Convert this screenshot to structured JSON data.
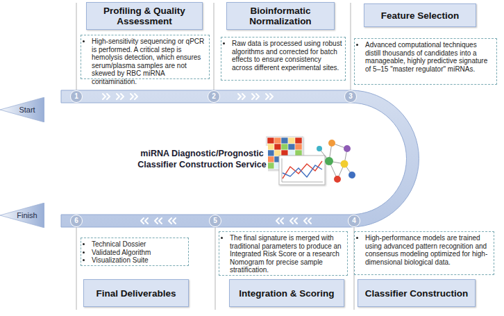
{
  "diagram": {
    "title": "miRNA Diagnostic/Prognostic Classifier Construction Service",
    "nodes": [
      {
        "text": [
          "Start"
        ]
      },
      {
        "text": [
          "1"
        ]
      },
      {
        "text": [
          "Profiling & Quality Assessment"
        ]
      },
      {
        "text": [
          "High-sensitivity sequencing or qPCR is performed. A critical step is hemolysis detection, which ensures serum/plasma samples are not skewed by RBC miRNA contamination."
        ]
      },
      {
        "text": [
          "2"
        ]
      },
      {
        "text": [
          "Bioinformatic Normalization"
        ]
      },
      {
        "text": [
          "Raw data is processed using robust algorithms and corrected for batch effects to ensure consistency across different experimental sites."
        ]
      },
      {
        "text": [
          "3"
        ]
      },
      {
        "text": [
          "Feature Selection"
        ]
      },
      {
        "text": [
          "Advanced computational techniques distill thousands of candidates into a manageable, highly predictive signature of 5–15 \"master regulator\" miRNAs."
        ]
      },
      {
        "text": [
          "Finish"
        ]
      },
      {
        "text": [
          "6"
        ]
      },
      {
        "text": [
          "Technical Dossier",
          "Validated Algorithm",
          "Visualization Suite"
        ]
      },
      {
        "text": [
          "Final Deliverables"
        ]
      },
      {
        "text": [
          "5"
        ]
      },
      {
        "text": [
          "The final signature is merged with traditional parameters to produce an Integrated Risk Score or a research Nomogram for precise sample stratification."
        ]
      },
      {
        "text": [
          "Integration & Scoring"
        ]
      },
      {
        "text": [
          "4"
        ]
      },
      {
        "text": [
          "High-performance models are trained using advanced pattern recognition and consensus modeling optimized for high-dimensional biological data."
        ]
      },
      {
        "text": [
          "Classifier Construction"
        ]
      }
    ]
  }
}
